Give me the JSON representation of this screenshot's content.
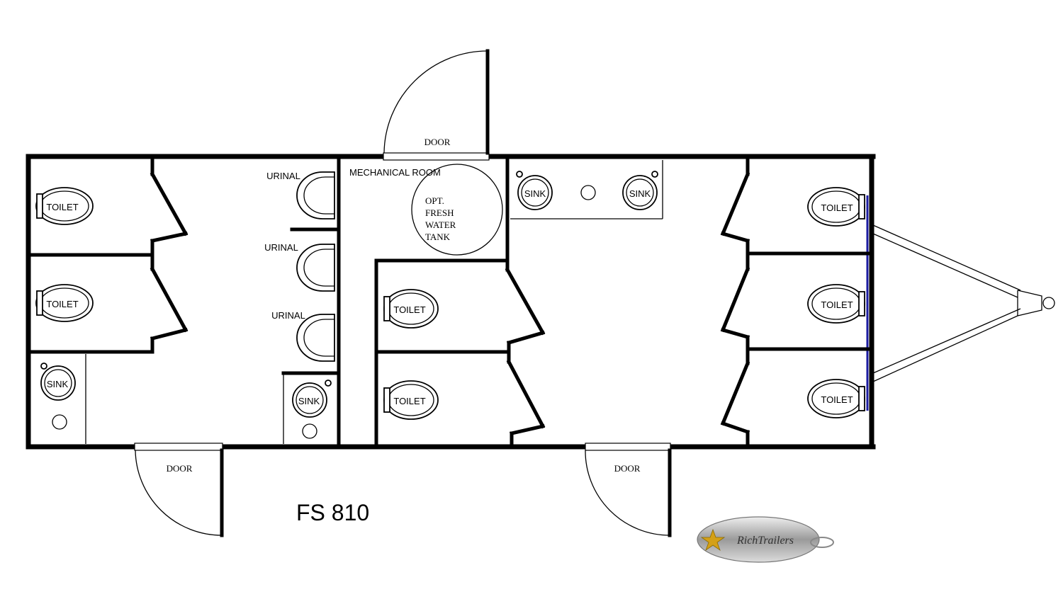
{
  "model": "FS 810",
  "room_labels": {
    "mechanical_room": "MECHANICAL ROOM",
    "tank_lines": [
      "OPT.",
      "FRESH",
      "WATER",
      "TANK"
    ]
  },
  "fixtures": {
    "toilet": "TOILET",
    "urinal": "URINAL",
    "sink": "SINK",
    "door": "DOOR"
  },
  "logo": {
    "text": "RichTrailers"
  },
  "colors": {
    "wall": "#000000",
    "accent_wall": "#1a1aa0",
    "logo_gold": "#d4a017"
  }
}
